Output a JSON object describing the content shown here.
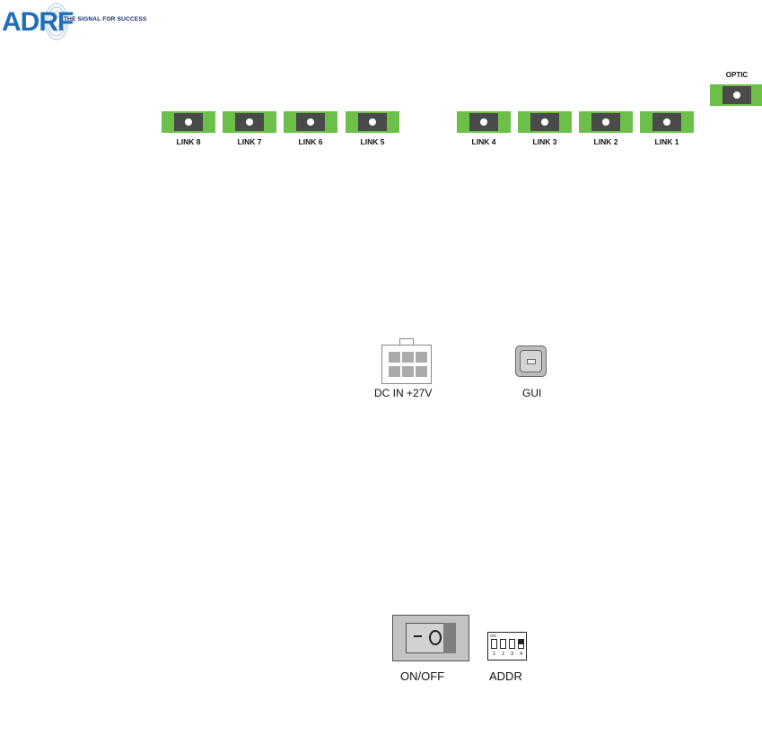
{
  "logo": {
    "brand": "ADRF",
    "tagline": "THE SIGNAL FOR SUCCESS"
  },
  "ports": {
    "optic": "OPTIC",
    "links": [
      "LINK 8",
      "LINK 7",
      "LINK 6",
      "LINK 5",
      "LINK 4",
      "LINK 3",
      "LINK 2",
      "LINK 1"
    ]
  },
  "connectors": {
    "dc_in": "DC IN +27V",
    "gui": "GUI"
  },
  "controls": {
    "power": {
      "label": "ON/OFF",
      "minus_symbol": "–"
    },
    "address": {
      "label": "ADDR",
      "on_text": "ON",
      "switch_numbers": [
        "1",
        "2",
        "3",
        "4"
      ]
    }
  },
  "colors": {
    "port_green": "#6cc04a",
    "port_dark": "#4a4a4a",
    "brand_blue": "#1f6fb8"
  }
}
